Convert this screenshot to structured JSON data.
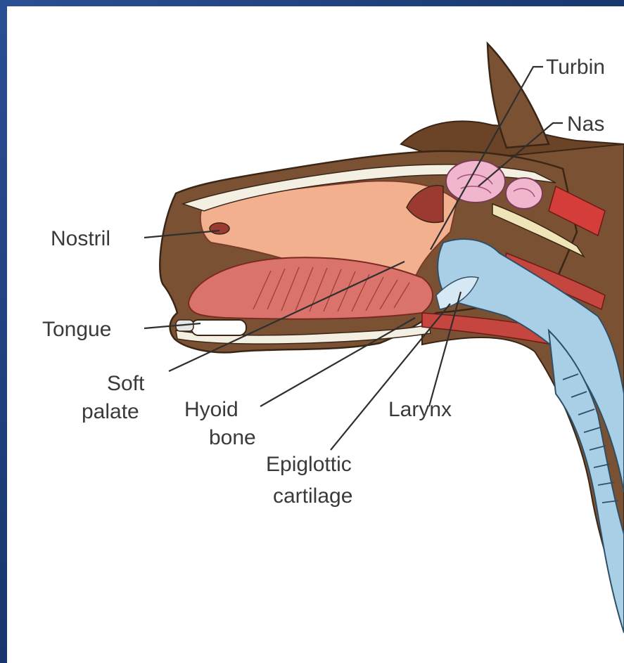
{
  "labels": {
    "turbinates": "Turbin",
    "nasal": "Nas",
    "nostril": "Nostril",
    "tongue": "Tongue",
    "soft_palate_1": "Soft",
    "soft_palate_2": "palate",
    "hyoid_1": "Hyoid",
    "hyoid_2": "bone",
    "larynx": "Larynx",
    "epiglottic_1": "Epiglottic",
    "epiglottic_2": "cartilage"
  },
  "colors": {
    "frame": "#1f3f7d",
    "hide": "#7a5233",
    "nasal_passage": "#f3b08f",
    "tongue": "#d9736b",
    "trachea": "#a9cfe6",
    "turbinate": "#efb6cd",
    "muscle": "#d43d3a",
    "bone": "#f4efe3"
  }
}
